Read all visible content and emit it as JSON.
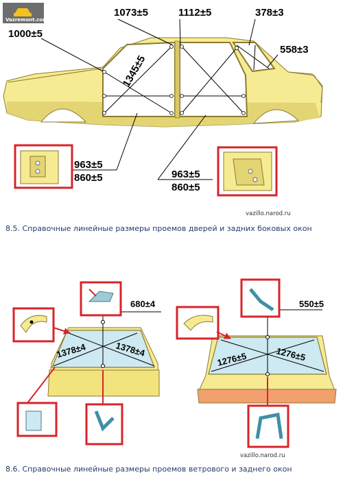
{
  "logo": {
    "text": "Vazremont.com"
  },
  "figure1": {
    "dims": {
      "top_left": "1000±5",
      "top_front": "1073±5",
      "top_rear": "1112±5",
      "window_a": "378±3",
      "window_b": "558±3",
      "diag_front": "1345±5",
      "front_a": "963±5",
      "front_b": "860±5",
      "rear_a": "963±5",
      "rear_b": "860±5"
    },
    "site": "vazillo.narod.ru",
    "caption": "8.5. Справочные линейные размеры проемов дверей и задних боковых окон"
  },
  "figure2": {
    "dims": {
      "rear_height": "680±4",
      "rear_diag_l": "1378±4",
      "rear_diag_r": "1378±4",
      "front_height": "550±5",
      "front_diag_l": "1276±5",
      "front_diag_r": "1276±5"
    },
    "site": "vazillo.narod.ru",
    "caption": "8.6. Справочные линейные размеры проемов ветрового и заднего окон"
  },
  "colors": {
    "body_yellow": "#f6eb93",
    "body_shade": "#d9c865",
    "outline": "#8a7a30",
    "glass": "#cde9f1",
    "red_box": "#d8232a",
    "caption": "#233c6a"
  }
}
